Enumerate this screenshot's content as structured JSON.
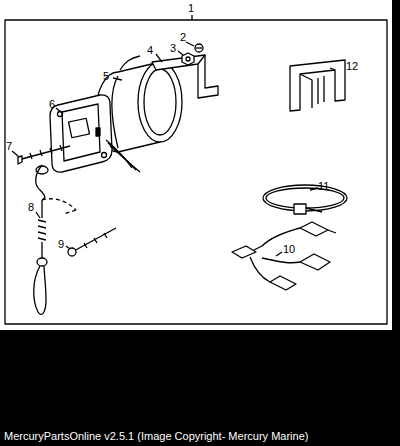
{
  "diagram": {
    "labels": [
      "1",
      "2",
      "3",
      "4",
      "5",
      "6",
      "7",
      "8",
      "9",
      "10",
      "11",
      "12",
      "MercuryPartsOnline v2.5.1 (Image Copyright- Mercury Marine)"
    ]
  }
}
